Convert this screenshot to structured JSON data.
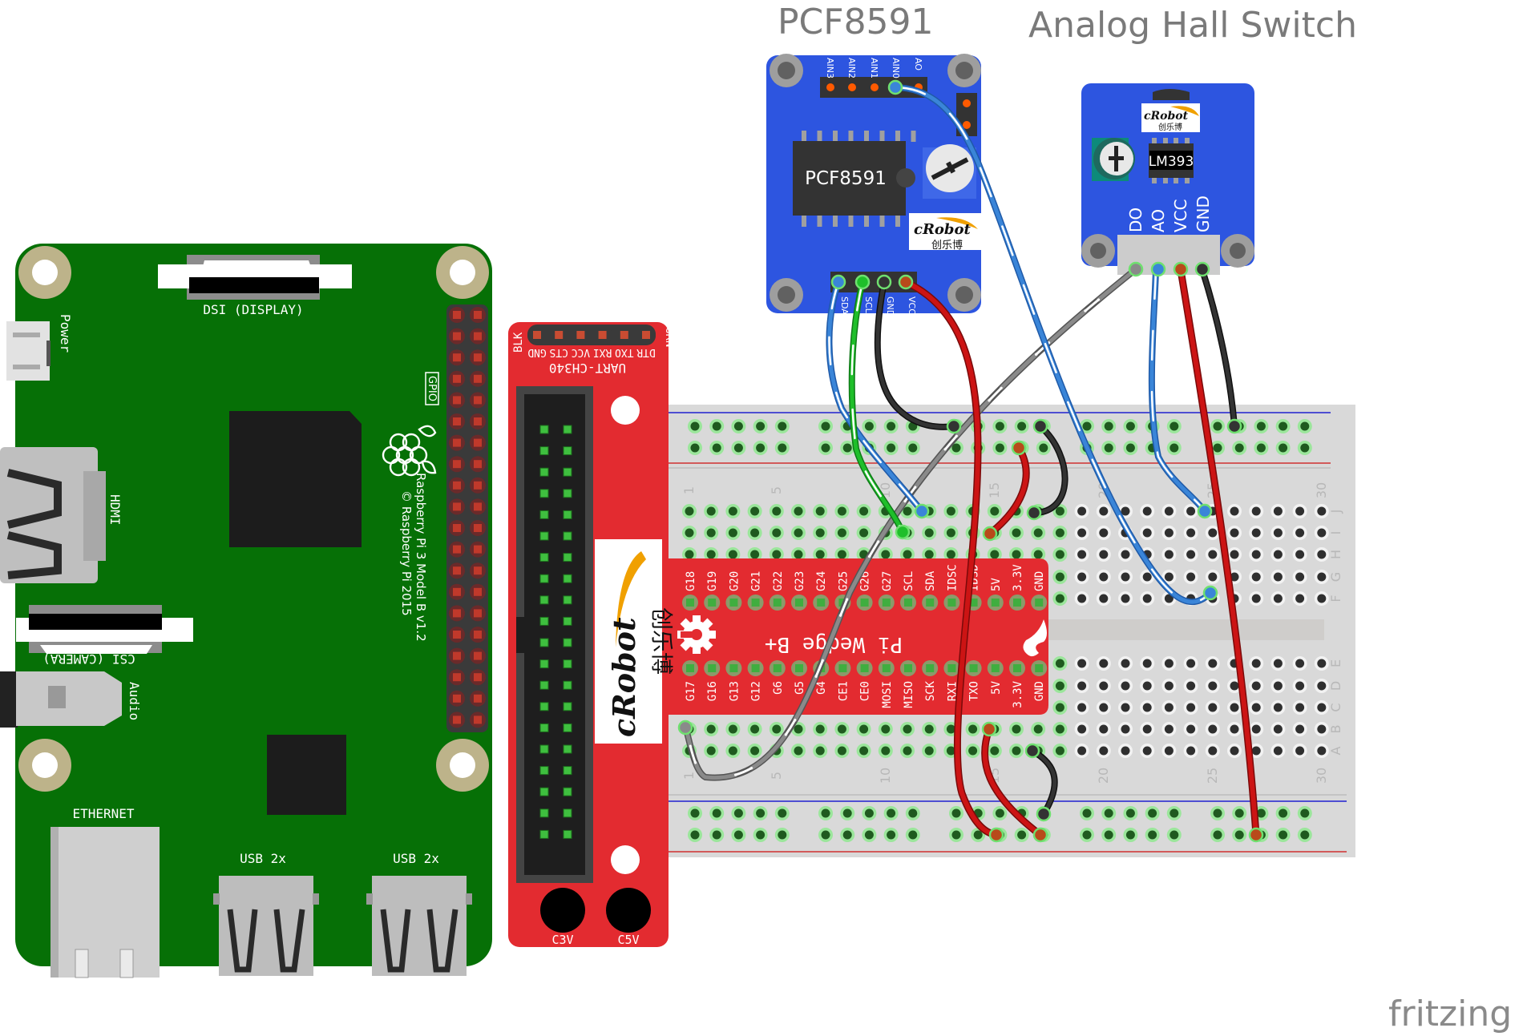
{
  "labels": {
    "pcf_title": "PCF8591",
    "hall_title": "Analog Hall Switch",
    "fritzing": "fritzing"
  },
  "pcf8591": {
    "chip_label": "PCF8591",
    "top_pins": [
      "AIN3",
      "AIN2",
      "AIN1",
      "AIN0",
      "AO"
    ],
    "bottom_pins": [
      "SDA",
      "SCL",
      "GND",
      "VCC"
    ],
    "logo": "cRobot",
    "logo_cn": "创乐博"
  },
  "hall": {
    "chip_label": "LM393",
    "pins": [
      "DO",
      "AO",
      "VCC",
      "GND"
    ],
    "logo": "cRobot",
    "logo_cn": "创乐博"
  },
  "raspberry_pi": {
    "dsi": "DSI (DISPLAY)",
    "power": "Power",
    "hdmi": "HDMI",
    "csi": "CSI (CAMERA)",
    "audio": "Audio",
    "ethernet": "ETHERNET",
    "usb1": "USB 2x",
    "usb2": "USB 2x",
    "gpio": "GPIO",
    "model": "Raspberry Pi 3 Model B v1.2",
    "copyright": "© Raspberry Pi 2015"
  },
  "wedge": {
    "uart_title": "UART-CH340",
    "uart_left": "BLK",
    "uart_right": "GRN",
    "uart_pins": [
      "GND",
      "CTS",
      "VCC",
      "RXI",
      "TXO",
      "DTR"
    ],
    "logo": "cRobot",
    "logo_cn": "创乐博",
    "c3v": "C3V",
    "c5v": "C5V",
    "board_name": "Pi Wedge B+",
    "top_row": [
      "G18",
      "G19",
      "G20",
      "G21",
      "G22",
      "G23",
      "G24",
      "G25",
      "G26",
      "G27",
      "SCL",
      "SDA",
      "IDSC",
      "IDSD",
      "5V",
      "3.3V",
      "GND"
    ],
    "bottom_row": [
      "G17",
      "G16",
      "G13",
      "G12",
      "G6",
      "G5",
      "G4",
      "CE1",
      "CE0",
      "MOSI",
      "MISO",
      "SCK",
      "RXI",
      "TXO",
      "5V",
      "3.3V",
      "GND"
    ]
  },
  "breadboard": {
    "col_labels": [
      "1",
      "5",
      "10",
      "15",
      "20",
      "25",
      "30"
    ],
    "row_labels_top": [
      "J",
      "I",
      "H",
      "G",
      "F"
    ],
    "row_labels_bottom": [
      "E",
      "D",
      "C",
      "B",
      "A"
    ]
  },
  "colors": {
    "pi_green": "#067006",
    "wedge_red": "#e32b30",
    "module_blue": "#2d55e0",
    "breadboard": "#d9d9d9",
    "wire_red": "#cc1414",
    "wire_black": "#333333",
    "wire_blue": "#3a85d8",
    "wire_green": "#1fbf2a",
    "wire_gray": "#8a8a8a"
  }
}
